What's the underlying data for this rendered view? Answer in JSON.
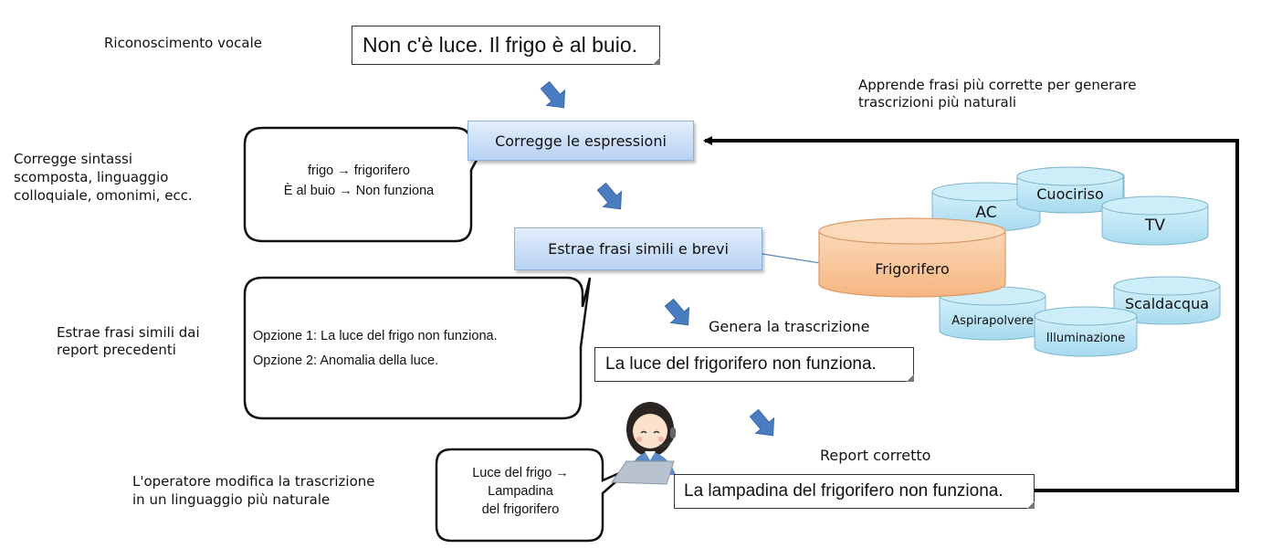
{
  "labels": {
    "voice_recognition": "Riconoscimento vocale",
    "corrects_syntax": [
      "Corregge sintassi",
      "scomposta, linguaggio",
      "colloquiale, omonimi, ecc."
    ],
    "extracts_similar": [
      "Estrae frasi simili dai",
      "report precedenti"
    ],
    "operator_edits": [
      "L'operatore modifica la trascrizione",
      "in un linguaggio più naturale"
    ],
    "learns": [
      "Apprende frasi più corrette per generare",
      "trascrizioni più naturali"
    ],
    "generates_transcription": "Genera la trascrizione",
    "corrected_report": "Report corretto"
  },
  "notes": {
    "recognized_text": "Non c'è luce. Il frigo è al buio.",
    "generated_transcription": "La luce del frigorifero non funziona.",
    "corrected_report_text": "La lampadina del frigorifero non funziona."
  },
  "process_boxes": {
    "correct_expressions": "Corregge le espressioni",
    "extract_phrases": "Estrae frasi simili e brevi"
  },
  "bubbles": {
    "corrections": [
      "frigo → frigorifero",
      "È al buio → Non funziona"
    ],
    "options": [
      "Opzione 1: La luce del frigo non funziona.",
      "Opzione 2: Anomalia della luce."
    ],
    "operator_edit": [
      "Luce del frigo →",
      "Lampadina",
      "del frigorifero"
    ]
  },
  "databases": {
    "main": "Frigorifero",
    "others": [
      "AC",
      "Cuociriso",
      "TV",
      "Scaldacqua",
      "Aspirapolvere",
      "Illuminazione"
    ]
  },
  "colors": {
    "flow_arrow": "#4a7cc0",
    "process_fill": "#c9dcf6",
    "main_db": "#f8c59a",
    "other_db": "#bde6f4",
    "feedback_line": "#000000"
  }
}
